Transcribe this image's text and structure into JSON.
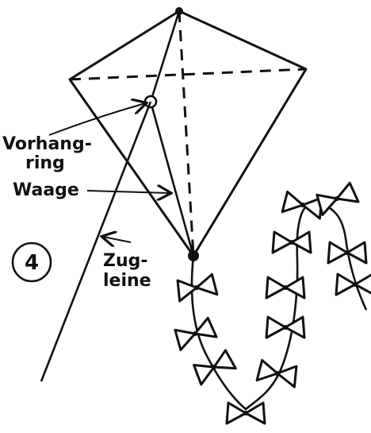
{
  "figure": {
    "step_number": "4",
    "labels": {
      "vorhang_line1": "Vorhang-",
      "vorhang_line2": "ring",
      "waage": "Waage",
      "zug_line1": "Zug-",
      "zug_line2": "leine"
    }
  },
  "colors": {
    "ink": "#111111",
    "paper": "#ffffff"
  }
}
